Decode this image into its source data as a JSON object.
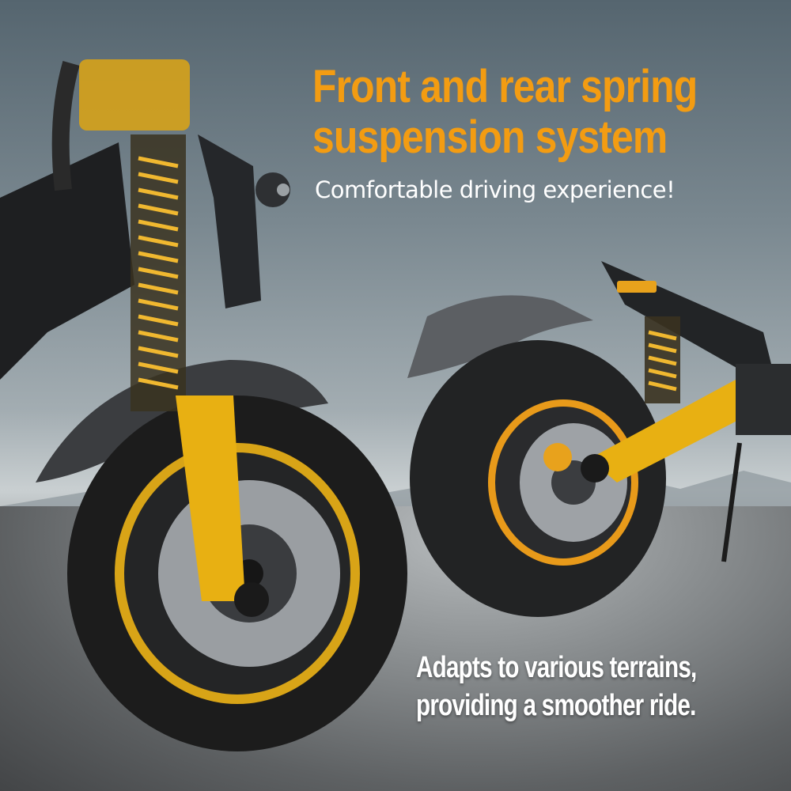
{
  "poster": {
    "headline_line1": "Front and rear spring",
    "headline_line2": "suspension system",
    "subheadline": "Comfortable driving experience!",
    "caption_line1": "Adapts to various terrains,",
    "caption_line2": "providing a smoother ride."
  },
  "colors": {
    "accent": "#f39c12",
    "frame_yellow": "#e8b012",
    "text_white": "#ffffff",
    "tire_black": "#1c1c1c"
  },
  "images": {
    "front_wheel": "front-wheel-with-spring-suspension",
    "rear_wheel": "rear-wheel-with-spring-suspension"
  }
}
